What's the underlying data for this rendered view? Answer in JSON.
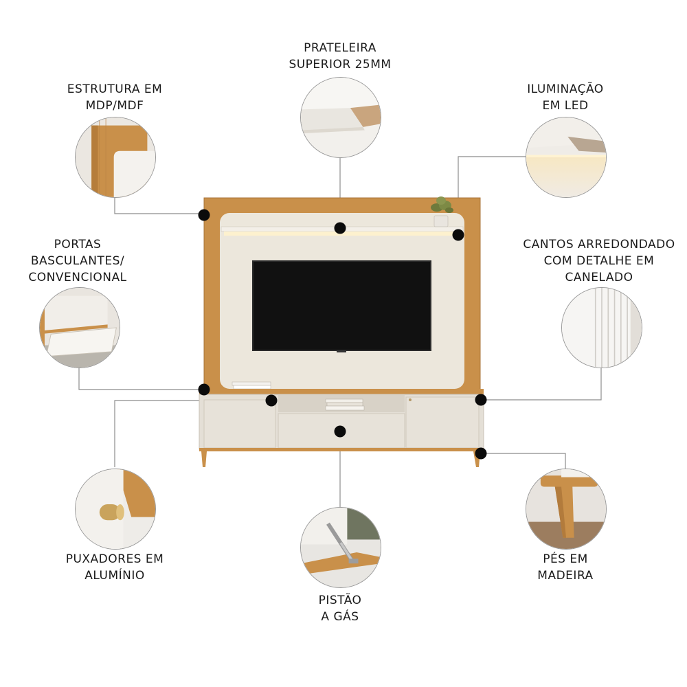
{
  "features": {
    "top_shelf": {
      "lines": [
        "PRATELEIRA",
        "SUPERIOR 25MM"
      ]
    },
    "structure": {
      "lines": [
        "ESTRUTURA EM",
        "MDP/MDF"
      ]
    },
    "led": {
      "lines": [
        "ILUMINAÇÃO",
        "EM LED"
      ]
    },
    "doors": {
      "lines": [
        "PORTAS",
        "BASCULANTES/",
        "CONVENCIONAL"
      ]
    },
    "corners": {
      "lines": [
        "CANTOS ARREDONDADO",
        "COM DETALHE EM",
        "CANELADO"
      ]
    },
    "handles": {
      "lines": [
        "PUXADORES EM",
        "ALUMÍNIO"
      ]
    },
    "piston": {
      "lines": [
        "PISTÃO",
        "A GÁS"
      ]
    },
    "feet": {
      "lines": [
        "PÉS EM",
        "MADEIRA"
      ]
    }
  },
  "colors": {
    "wood": "#c9904a",
    "cream_panel": "#ece7dc",
    "cabinet": "#e4dfd6",
    "tv_screen": "#111111",
    "dot": "#0b0b0b",
    "leader_line": "#8c8c8c"
  }
}
